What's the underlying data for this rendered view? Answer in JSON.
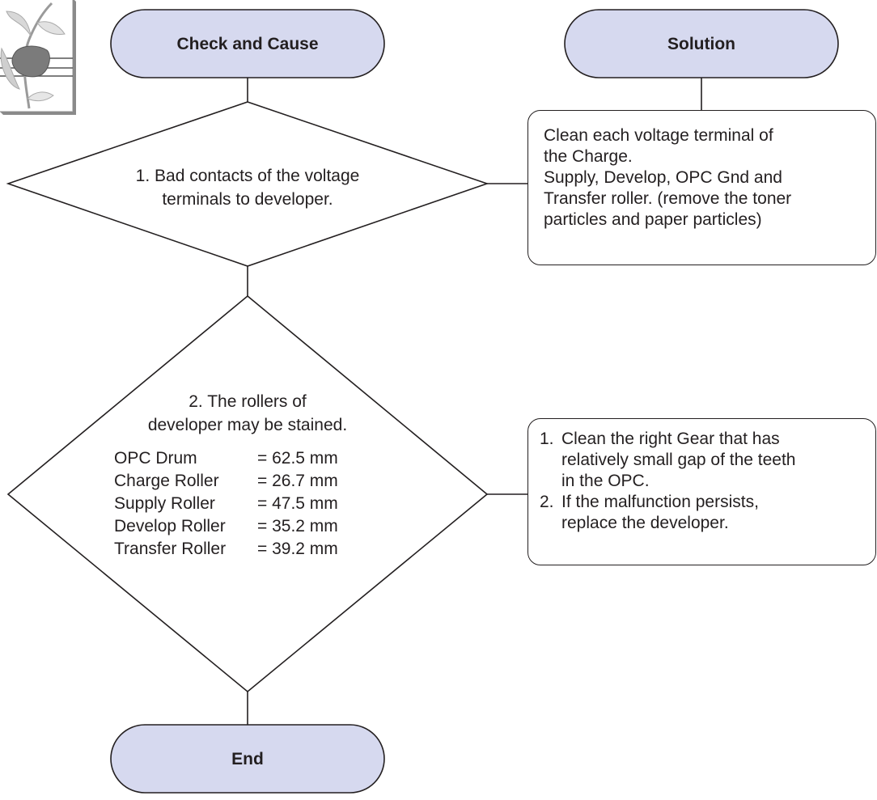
{
  "terminals": {
    "check_and_cause": "Check and Cause",
    "solution": "Solution",
    "end": "End"
  },
  "decisions": [
    {
      "lines": [
        "1. Bad contacts of the voltage",
        "terminals to developer."
      ]
    },
    {
      "lines": [
        "2. The rollers of",
        "developer may be stained."
      ],
      "measurements": [
        {
          "name": "OPC Drum",
          "value": "= 62.5 mm"
        },
        {
          "name": "Charge Roller",
          "value": "= 26.7 mm"
        },
        {
          "name": "Supply Roller",
          "value": "= 47.5 mm"
        },
        {
          "name": "Develop Roller",
          "value": "= 35.2 mm"
        },
        {
          "name": "Transfer Roller",
          "value": "= 39.2 mm"
        }
      ]
    }
  ],
  "solutions": [
    {
      "lines": [
        "Clean each voltage terminal of",
        "the Charge.",
        "Supply, Develop, OPC Gnd and",
        "Transfer roller. (remove the toner",
        "particles and paper particles)"
      ]
    },
    {
      "steps": [
        {
          "num": "1.",
          "lines": [
            "Clean the right Gear that has",
            "relatively small gap of the teeth",
            "in the OPC."
          ]
        },
        {
          "num": "2.",
          "lines": [
            "If the malfunction persists,",
            "replace the developer."
          ]
        }
      ]
    }
  ],
  "colors": {
    "terminal_fill": "#d6d9ef",
    "stroke": "#231f20",
    "background": "#ffffff"
  },
  "decoration": {
    "icon": "plant-illustration-icon"
  }
}
